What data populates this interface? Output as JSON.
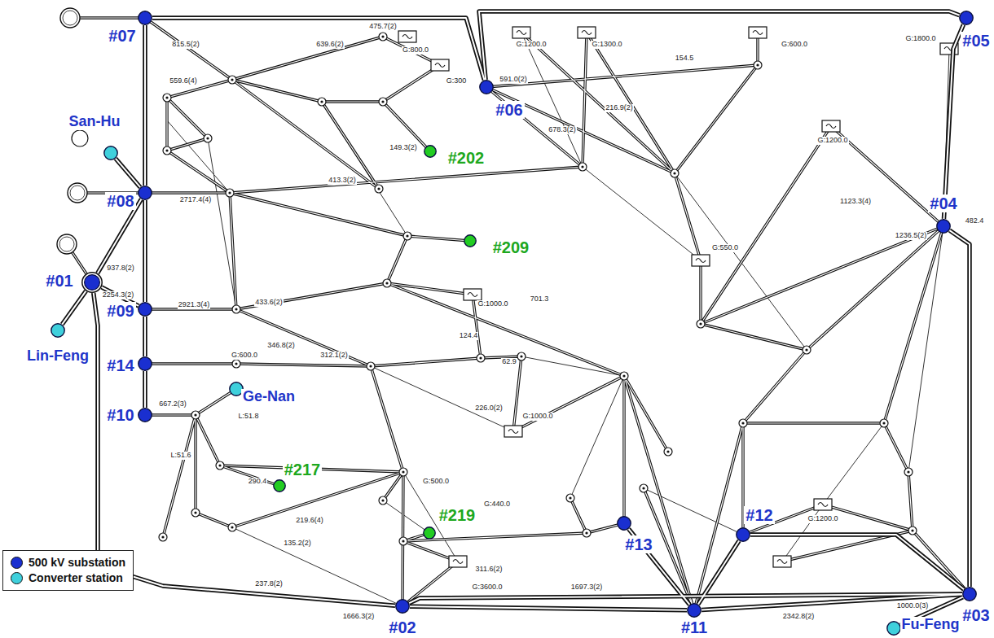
{
  "diagram": {
    "nodes": [
      {
        "text": [
          "#07"
        ]
      },
      {
        "text": [
          "#06"
        ]
      },
      {
        "text": [
          "#05"
        ]
      },
      {
        "text": [
          "San-Hu"
        ]
      },
      {
        "text": [
          "#08"
        ]
      },
      {
        "text": [
          "#202"
        ]
      },
      {
        "text": [
          "#209"
        ]
      },
      {
        "text": [
          "#04"
        ]
      },
      {
        "text": [
          "#01"
        ]
      },
      {
        "text": [
          "Lin-Feng"
        ]
      },
      {
        "text": [
          "#09"
        ]
      },
      {
        "text": [
          "#14"
        ]
      },
      {
        "text": [
          "Ge-Nan"
        ]
      },
      {
        "text": [
          "#10"
        ]
      },
      {
        "text": [
          "#217"
        ]
      },
      {
        "text": [
          "#219"
        ]
      },
      {
        "text": [
          "#13"
        ]
      },
      {
        "text": [
          "#12"
        ]
      },
      {
        "text": [
          "#02"
        ]
      },
      {
        "text": [
          "#11"
        ]
      },
      {
        "text": [
          "#03"
        ]
      },
      {
        "text": [
          "Fu-Feng"
        ]
      }
    ],
    "edges": [
      {
        "from": 0,
        "to": 1,
        "arrow": "none"
      },
      {
        "from": 0,
        "to": 4,
        "arrow": "none"
      },
      {
        "from": 1,
        "to": 2,
        "arrow": "none"
      },
      {
        "from": 2,
        "to": 7,
        "arrow": "none"
      },
      {
        "from": 4,
        "to": 3,
        "arrow": "none"
      },
      {
        "from": 4,
        "to": 8,
        "arrow": "none"
      },
      {
        "from": 4,
        "to": 10,
        "arrow": "none"
      },
      {
        "from": 8,
        "to": 9,
        "arrow": "none"
      },
      {
        "from": 8,
        "to": 10,
        "arrow": "none"
      },
      {
        "from": 8,
        "to": 18,
        "arrow": "none"
      },
      {
        "from": 10,
        "to": 11,
        "arrow": "none"
      },
      {
        "from": 11,
        "to": 13,
        "arrow": "none"
      },
      {
        "from": 18,
        "to": 19,
        "arrow": "none"
      },
      {
        "from": 18,
        "to": 20,
        "arrow": "none"
      },
      {
        "from": 19,
        "to": 20,
        "arrow": "none"
      },
      {
        "from": 19,
        "to": 16,
        "arrow": "none"
      },
      {
        "from": 19,
        "to": 17,
        "arrow": "none"
      },
      {
        "from": 17,
        "to": 20,
        "arrow": "none"
      },
      {
        "from": 7,
        "to": 20,
        "arrow": "none"
      },
      {
        "from": 20,
        "to": 21,
        "arrow": "none"
      }
    ],
    "labels": [
      "815.5(2)",
      "639.6(2)",
      "475.7(2)",
      "559.6(4)",
      "149.3(2)",
      "2717.4(4)",
      "413.3(2)",
      "937.8(2)",
      "2254.3(2)",
      "2921.3(4)",
      "433.6(2)",
      "701.3",
      "346.8(2)",
      "312.1(2)",
      "124.4",
      "62.9",
      "226.0(2)",
      "667.2(3)",
      "219.6(4)",
      "135.2(2)",
      "290.4",
      "311.6(2)",
      "237.8(2)",
      "1666.3(2)",
      "1697.3(2)",
      "2342.8(2)",
      "591.0(2)",
      "216.9(2)",
      "678.3(2)",
      "154.5",
      "1123.3(4)",
      "1236.5(2)",
      "482.4",
      "1000.0(3)",
      "G:1000.0",
      "G:3600.0",
      "G:1800.0",
      "G:1200.0",
      "G:600.0",
      "G:800.0",
      "G:1300.0",
      "G:1200.0",
      "G:300",
      "G:600.0",
      "G:550.0",
      "G:500.0",
      "G:1000.0",
      "G:1200.0",
      "G:440.0",
      "L:51.8",
      "L:51.6"
    ],
    "legend": [
      {
        "text": "500 kV substation",
        "color": "#1a2fd0"
      },
      {
        "text": "Converter station",
        "color": "#3fd0dc"
      }
    ]
  }
}
